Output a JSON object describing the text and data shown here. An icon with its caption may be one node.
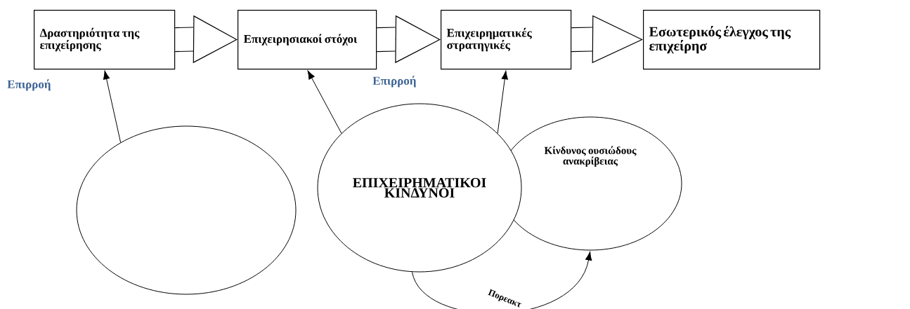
{
  "diagram": {
    "nodes": [
      {
        "text": [
          "Δραστηριότητα της επιχείρησης"
        ]
      },
      {
        "text": [
          "Επιχειρησιακοί στόχοι"
        ]
      },
      {
        "text": [
          "Επιχειρηματικές στρατηγικές"
        ]
      },
      {
        "text": [
          "Εσωτερικός έλεγχος της επιχείρησ"
        ]
      },
      {
        "text": [],
        "shape": "circle"
      },
      {
        "text": [
          "ΕΠΙΧΕΙΡΗΜΑΤΙΚΟΙ ΚΙΝΔΥΝΟΙ"
        ]
      },
      {
        "text": [
          "Κίνδυνος ουσιώδους ανακρίβειας"
        ]
      }
    ],
    "edges": [
      {
        "from": 0,
        "to": 1,
        "arrow": "to"
      },
      {
        "from": 1,
        "to": 2,
        "arrow": "to"
      },
      {
        "from": 2,
        "to": 3,
        "arrow": "to"
      },
      {
        "from": 4,
        "to": 0,
        "arrow": "to"
      },
      {
        "from": 5,
        "to": 1,
        "arrow": "to"
      },
      {
        "from": 5,
        "to": 2,
        "arrow": "to"
      },
      {
        "from": 5,
        "to": 6,
        "arrow": "to",
        "label": "Πορεακτ"
      }
    ],
    "labels": [
      "Επιρροή",
      "Επιρροή"
    ]
  }
}
